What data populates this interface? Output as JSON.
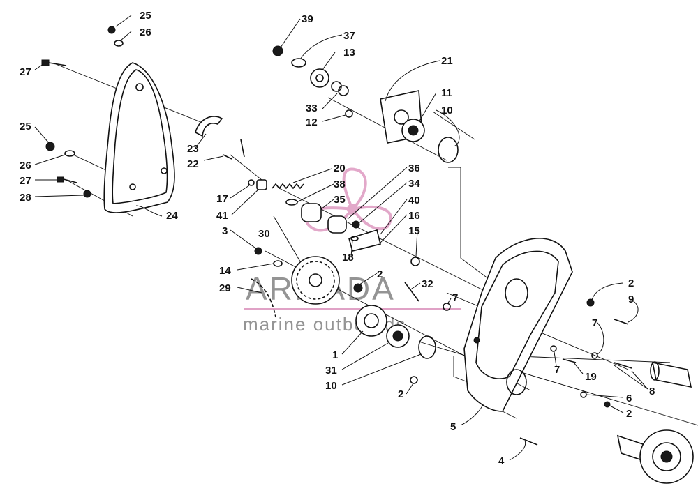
{
  "watermark": {
    "brand": "ARMADA",
    "tagline": "marine outboards",
    "brand_color": "#7a7a7a",
    "accent_color": "#d98bb8"
  },
  "callouts": {
    "c25a": "25",
    "c26a": "26",
    "c27a": "27",
    "c25b": "25",
    "c26b": "26",
    "c27b": "27",
    "c28": "28",
    "c24": "24",
    "c23": "23",
    "c22": "22",
    "c17": "17",
    "c41": "41",
    "c20": "20",
    "c38": "38",
    "c35": "35",
    "c36": "36",
    "c34": "34",
    "c40": "40",
    "c16": "16",
    "c15": "15",
    "c18": "18",
    "c39": "39",
    "c37": "37",
    "c13": "13",
    "c33": "33",
    "c12": "12",
    "c21": "21",
    "c11": "11",
    "c10a": "10",
    "c3": "3",
    "c30": "30",
    "c14": "14",
    "c29": "29",
    "c2a": "2",
    "c32": "32",
    "c7a": "7",
    "c1": "1",
    "c31": "31",
    "c10b": "10",
    "c2b": "2",
    "c5": "5",
    "c4": "4",
    "c2c": "2",
    "c9": "9",
    "c7b": "7",
    "c7c": "7",
    "c19": "19",
    "c8": "8",
    "c6": "6",
    "c2d": "2"
  }
}
